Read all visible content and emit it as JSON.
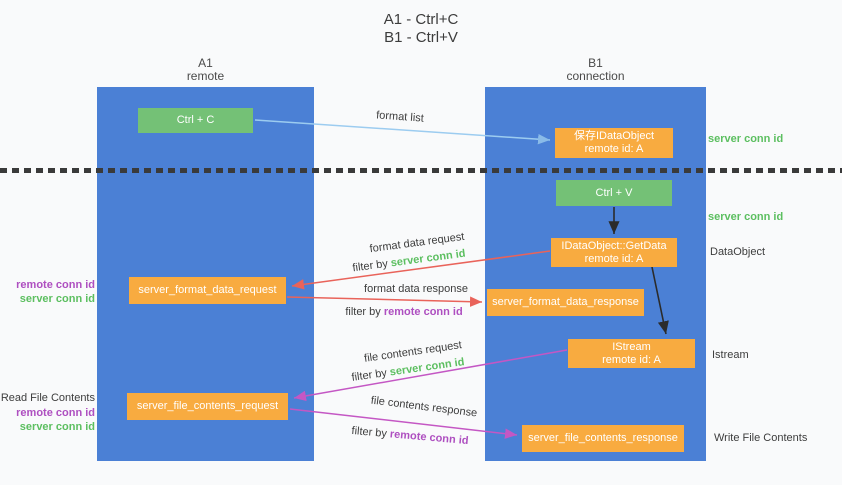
{
  "title": {
    "line1": "A1 - Ctrl+C",
    "line2": "B1 - Ctrl+V"
  },
  "columns": {
    "left": {
      "name": "A1",
      "subtitle": "remote"
    },
    "right": {
      "name": "B1",
      "subtitle": "connection"
    }
  },
  "nodes": {
    "ctrl_c": "Ctrl + C",
    "ctrl_v": "Ctrl + V",
    "save_idataobject_line1": "保存IDataObject",
    "save_idataobject_line2": "remote id: A",
    "getdata_line1": "IDataObject::GetData",
    "getdata_line2": "remote id: A",
    "istream_line1": "IStream",
    "istream_line2": "remote id: A",
    "format_request": "server_format_data_request",
    "format_response": "server_format_data_response",
    "file_request": "server_file_contents_request",
    "file_response": "server_file_contents_response"
  },
  "labels": {
    "format_list": "format list",
    "format_data_request": "format data request",
    "format_data_response": "format data response",
    "file_contents_request": "file contents request",
    "file_contents_response": "file contents response",
    "filter_by": "filter by",
    "server_conn_id": "server conn id",
    "remote_conn_id": "remote conn id",
    "dataobject": "DataObject",
    "istream": "Istream",
    "read_file_contents": "Read File Contents",
    "write_file_contents": "Write File Contents"
  },
  "colors": {
    "lifeline_blue": "#4B80D5",
    "node_green": "#74C176",
    "node_orange": "#F8AB40",
    "server_conn_green": "#5CBF60",
    "remote_conn_purple": "#AE4FC0",
    "red_arrow": "#E9635A",
    "magenta_arrow": "#C457C4",
    "blue_arrow": "#9CCCF0",
    "black_arrow": "#2B2B2B"
  }
}
